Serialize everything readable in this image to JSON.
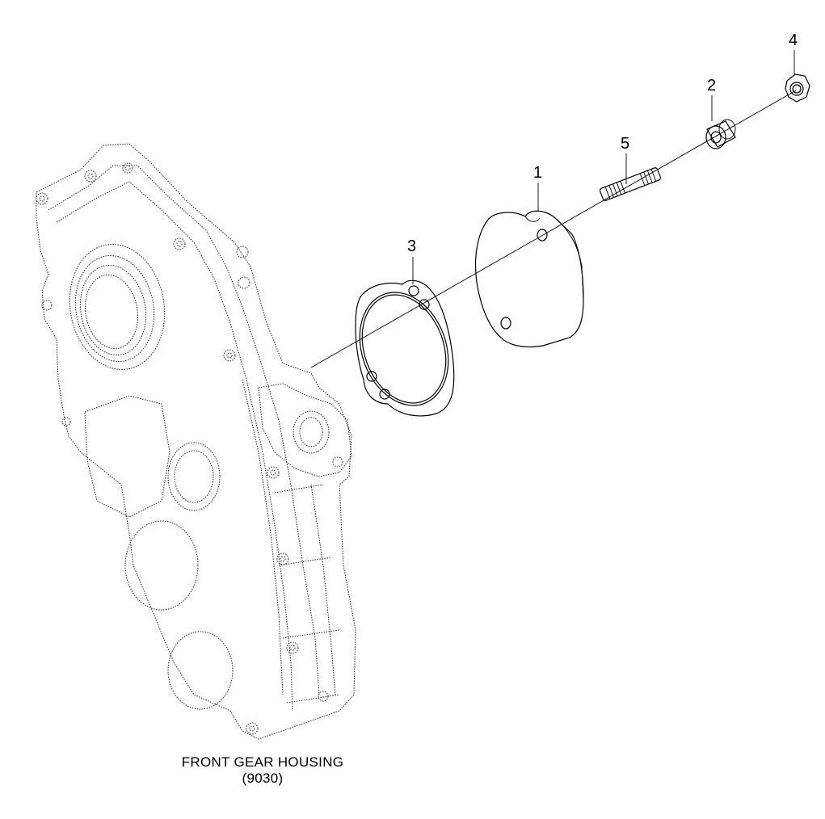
{
  "callouts": {
    "c1": "1",
    "c2": "2",
    "c3": "3",
    "c4": "4",
    "c5": "5"
  },
  "caption": {
    "line1": "FRONT GEAR HOUSING",
    "line2": "(9030)"
  }
}
